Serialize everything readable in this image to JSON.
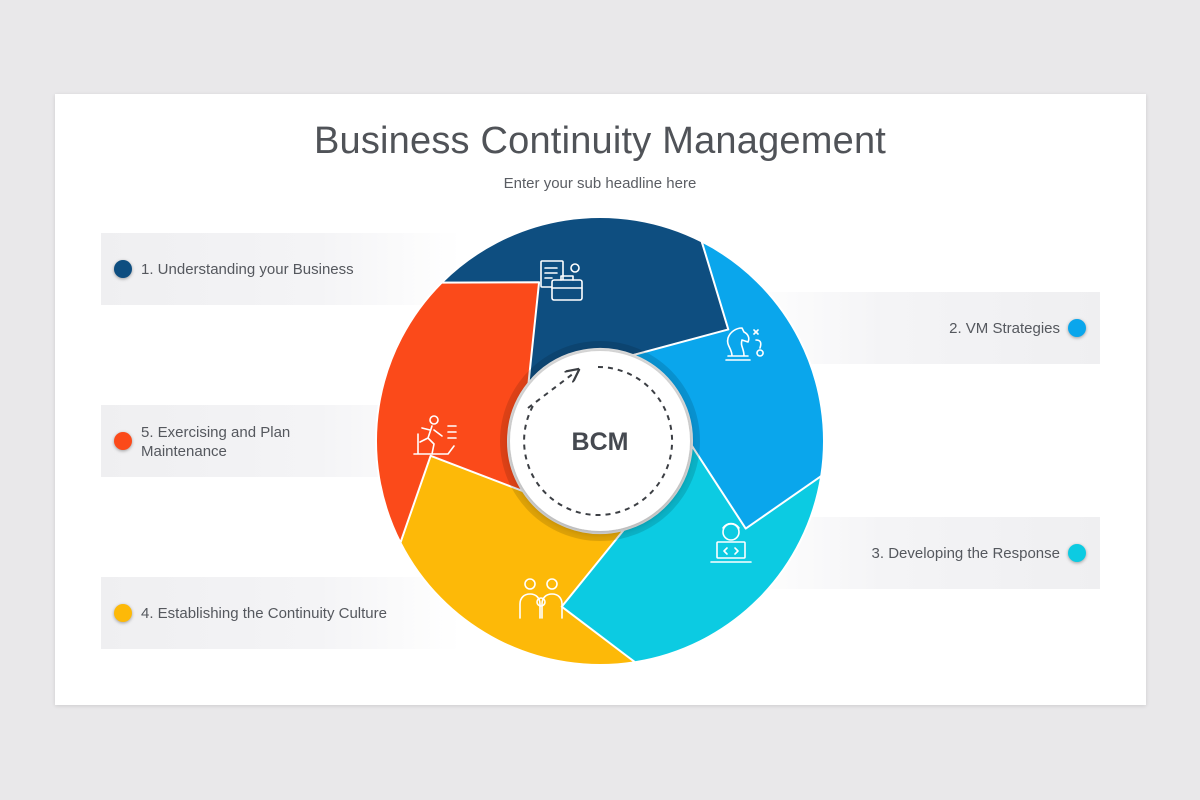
{
  "title": "Business Continuity Management",
  "subtitle": "Enter your sub headline here",
  "center": {
    "label": "BCM"
  },
  "steps": [
    {
      "label": "1. Understanding your Business",
      "color": "#0e4e80",
      "icon": "briefcase-documents-icon"
    },
    {
      "label": "2. VM Strategies",
      "color": "#0aa6ec",
      "icon": "chess-knight-strategy-icon"
    },
    {
      "label": "3. Developing the Response",
      "color": "#0ccbe2",
      "icon": "developer-laptop-icon"
    },
    {
      "label": "4. Establishing the Continuity Culture",
      "color": "#fdb908",
      "icon": "team-people-icon"
    },
    {
      "label": "5. Exercising and Plan Maintenance",
      "color": "#fb4a1a",
      "icon": "treadmill-exercise-icon"
    }
  ]
}
